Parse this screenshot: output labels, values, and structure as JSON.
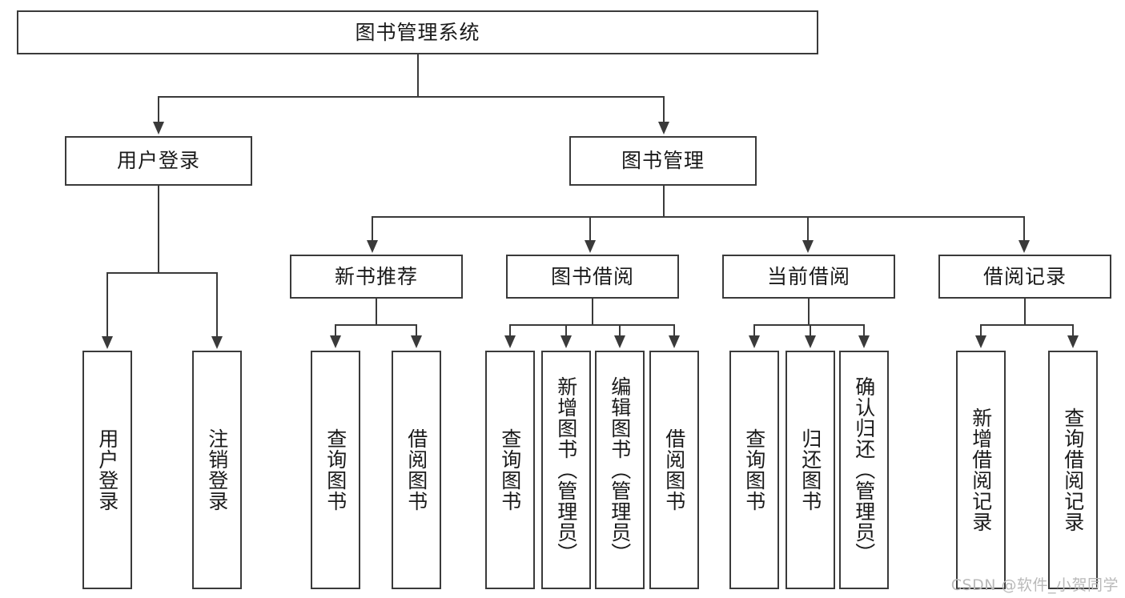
{
  "diagram": {
    "title": "图书管理系统",
    "type": "tree",
    "root": {
      "id": "root",
      "label": "图书管理系统",
      "orientation": "horizontal"
    },
    "level2": [
      {
        "id": "user-login",
        "label": "用户登录",
        "orientation": "horizontal"
      },
      {
        "id": "book-management",
        "label": "图书管理",
        "orientation": "horizontal"
      }
    ],
    "level3": [
      {
        "id": "new-book-recommend",
        "label": "新书推荐",
        "orientation": "horizontal",
        "parent": "book-management"
      },
      {
        "id": "book-borrow",
        "label": "图书借阅",
        "orientation": "horizontal",
        "parent": "book-management"
      },
      {
        "id": "current-borrow",
        "label": "当前借阅",
        "orientation": "horizontal",
        "parent": "book-management"
      },
      {
        "id": "borrow-record",
        "label": "借阅记录",
        "orientation": "horizontal",
        "parent": "book-management"
      }
    ],
    "leaves": [
      {
        "id": "leaf-user-login",
        "label": "用户登录",
        "orientation": "vertical",
        "parent": "user-login"
      },
      {
        "id": "leaf-logout-login",
        "label": "注销登录",
        "orientation": "vertical",
        "parent": "user-login"
      },
      {
        "id": "leaf-query-book-1",
        "label": "查询图书",
        "orientation": "vertical",
        "parent": "new-book-recommend"
      },
      {
        "id": "leaf-borrow-book-1",
        "label": "借阅图书",
        "orientation": "vertical",
        "parent": "new-book-recommend"
      },
      {
        "id": "leaf-query-book-2",
        "label": "查询图书",
        "orientation": "vertical",
        "parent": "book-borrow"
      },
      {
        "id": "leaf-add-book",
        "label": "新增图书（管理员）",
        "orientation": "vertical",
        "parent": "book-borrow"
      },
      {
        "id": "leaf-edit-book",
        "label": "编辑图书（管理员）",
        "orientation": "vertical",
        "parent": "book-borrow"
      },
      {
        "id": "leaf-borrow-book-2",
        "label": "借阅图书",
        "orientation": "vertical",
        "parent": "book-borrow"
      },
      {
        "id": "leaf-query-book-3",
        "label": "查询图书",
        "orientation": "vertical",
        "parent": "current-borrow"
      },
      {
        "id": "leaf-return-book",
        "label": "归还图书",
        "orientation": "vertical",
        "parent": "current-borrow"
      },
      {
        "id": "leaf-confirm-return",
        "label": "确认归还（管理员）",
        "orientation": "vertical",
        "parent": "current-borrow"
      },
      {
        "id": "leaf-add-borrow-record",
        "label": "新增借阅记录",
        "orientation": "vertical",
        "parent": "borrow-record"
      },
      {
        "id": "leaf-query-borrow-record",
        "label": "查询借阅记录",
        "orientation": "vertical",
        "parent": "borrow-record"
      }
    ],
    "colors": {
      "stroke": "#3a3a3a",
      "fill": "#ffffff",
      "text": "#1a1a1a",
      "watermark": "#b9b9b9"
    }
  },
  "watermark": {
    "text": "CSDN @软件_小贺同学"
  }
}
